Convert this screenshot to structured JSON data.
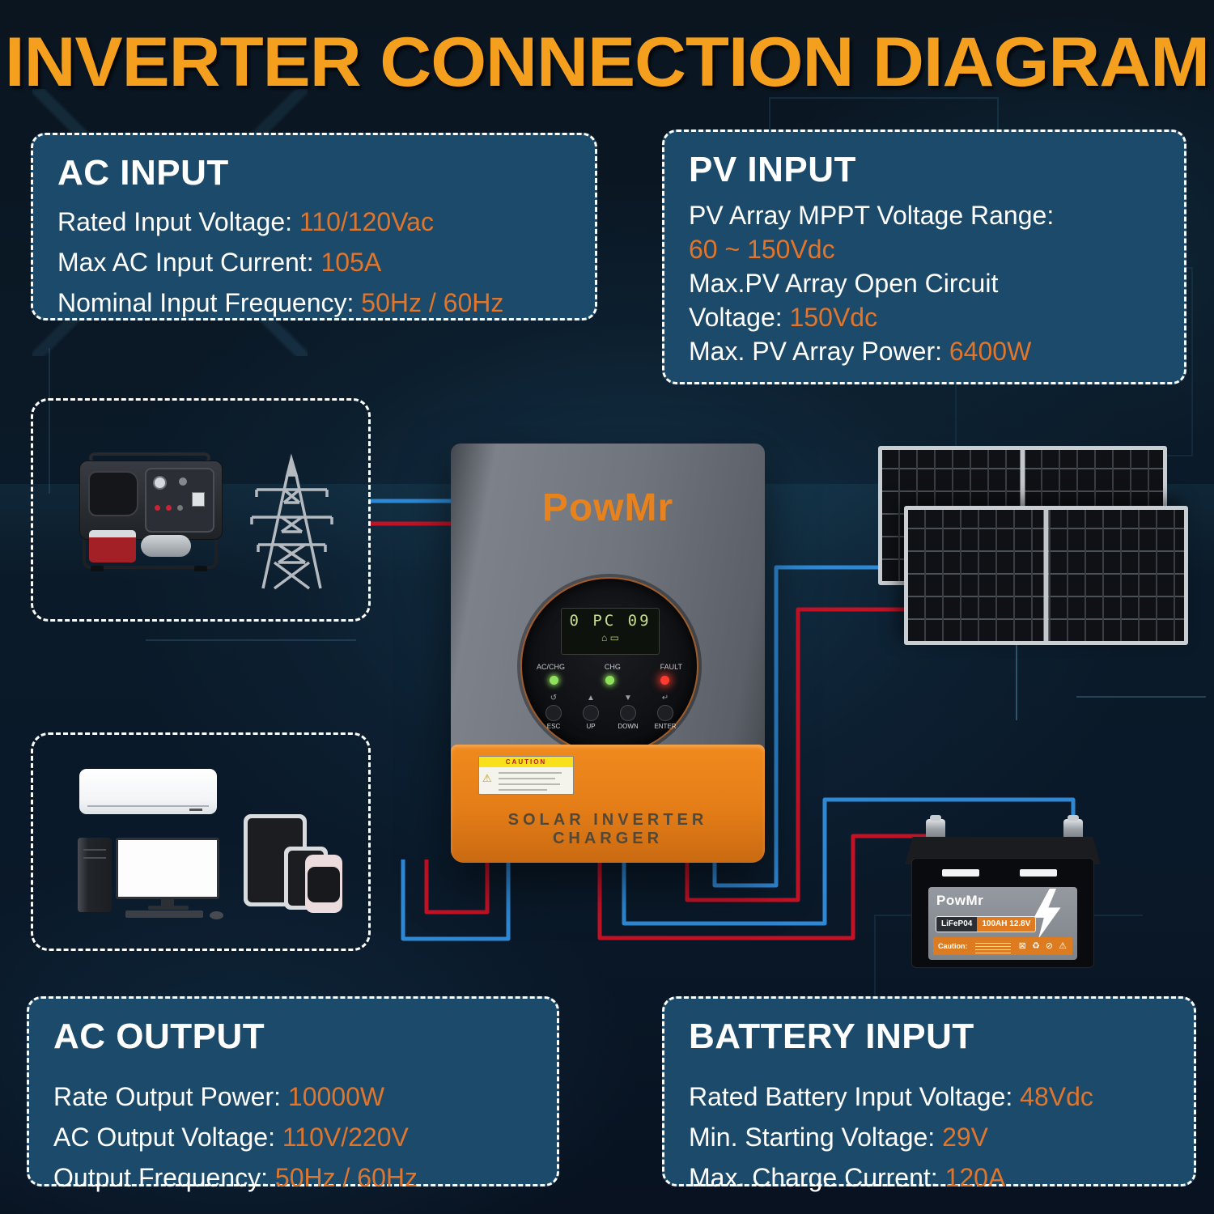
{
  "title": "INVERTER CONNECTION DIAGRAM",
  "colors": {
    "title_orange": "#F4A01E",
    "value_orange": "#E0752C",
    "box_blue": "#1C4A6B",
    "wire_blue": "#2F88D4",
    "wire_red": "#C41225",
    "inverter_orange": "#E8821C"
  },
  "spec_boxes": {
    "ac_input": {
      "title": "AC INPUT",
      "lines": [
        {
          "label": "Rated Input Voltage: ",
          "value": "110/120Vac"
        },
        {
          "label": "Max AC Input Current: ",
          "value": "105A"
        },
        {
          "label": "Nominal Input Frequency: ",
          "value": "50Hz / 60Hz"
        }
      ]
    },
    "pv_input": {
      "title": "PV INPUT",
      "lines": [
        {
          "label": "PV Array MPPT Voltage Range:",
          "value": ""
        },
        {
          "label": "",
          "value": "60 ~ 150Vdc"
        },
        {
          "label": "Max.PV Array Open Circuit",
          "value": ""
        },
        {
          "label": "Voltage: ",
          "value": "150Vdc"
        },
        {
          "label": "Max. PV Array Power: ",
          "value": "6400W"
        }
      ]
    },
    "ac_output": {
      "title": "AC OUTPUT",
      "lines": [
        {
          "label": "Rate Output Power: ",
          "value": "10000W"
        },
        {
          "label": "AC Output Voltage: ",
          "value": "110V/220V"
        },
        {
          "label": "Output Frequency: ",
          "value": "50Hz / 60Hz"
        }
      ]
    },
    "battery_input": {
      "title": "BATTERY INPUT",
      "lines": [
        {
          "label": "Rated Battery Input Voltage: ",
          "value": "48Vdc"
        },
        {
          "label": "Min. Starting Voltage: ",
          "value": "29V"
        },
        {
          "label": "Max. Charge Current: ",
          "value": "120A"
        }
      ]
    }
  },
  "inverter": {
    "brand": "PowMr",
    "lcd_digits": "0 PC 09",
    "lcd_icons": "⌂ ▭",
    "led_labels": [
      "AC/CHG",
      "CHG",
      "FAULT"
    ],
    "button_glyphs": [
      "↺",
      "▲",
      "▼",
      "↵"
    ],
    "button_labels": [
      "ESC",
      "UP",
      "DOWN",
      "ENTER"
    ],
    "caution_title": "CAUTION",
    "tagline": "SOLAR INVERTER CHARGER"
  },
  "battery": {
    "brand": "PowMr",
    "chemistry": "LiFeP04",
    "rating": "100AH 12.8V",
    "caution_label": "Caution:",
    "symbols": "⊠ ♻ ⊘ ⚠"
  }
}
